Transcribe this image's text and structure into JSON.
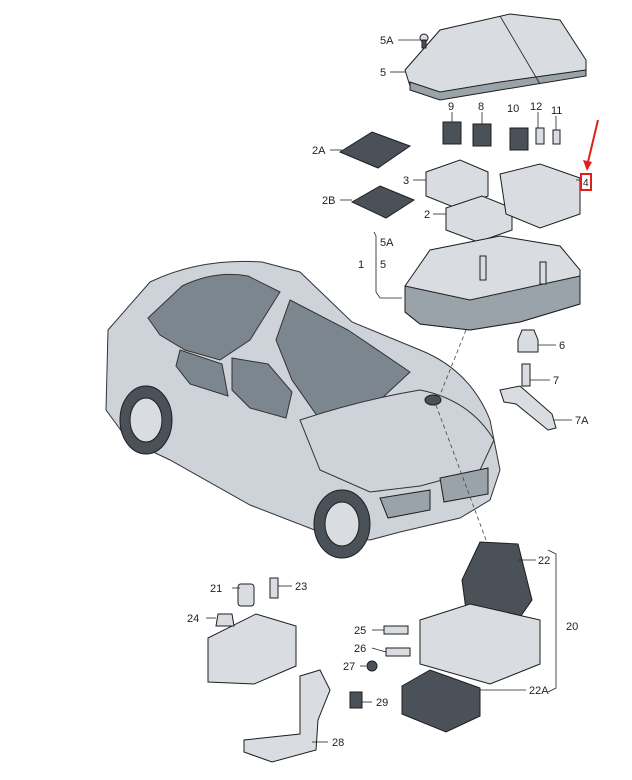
{
  "diagram": {
    "labels": [
      {
        "id": "5A-top",
        "text": "5A"
      },
      {
        "id": "5-top",
        "text": "5"
      },
      {
        "id": "9",
        "text": "9"
      },
      {
        "id": "8",
        "text": "8"
      },
      {
        "id": "10",
        "text": "10"
      },
      {
        "id": "12",
        "text": "12"
      },
      {
        "id": "11",
        "text": "11"
      },
      {
        "id": "2A",
        "text": "2A"
      },
      {
        "id": "3",
        "text": "3"
      },
      {
        "id": "2B",
        "text": "2B"
      },
      {
        "id": "2",
        "text": "2"
      },
      {
        "id": "5A-mid",
        "text": "5A"
      },
      {
        "id": "1",
        "text": "1"
      },
      {
        "id": "5-mid",
        "text": "5"
      },
      {
        "id": "6",
        "text": "6"
      },
      {
        "id": "7",
        "text": "7"
      },
      {
        "id": "7A",
        "text": "7A"
      },
      {
        "id": "22",
        "text": "22"
      },
      {
        "id": "20",
        "text": "20"
      },
      {
        "id": "21",
        "text": "21"
      },
      {
        "id": "23",
        "text": "23"
      },
      {
        "id": "24",
        "text": "24"
      },
      {
        "id": "25",
        "text": "25"
      },
      {
        "id": "26",
        "text": "26"
      },
      {
        "id": "27",
        "text": "27"
      },
      {
        "id": "22A",
        "text": "22A"
      },
      {
        "id": "29",
        "text": "29"
      },
      {
        "id": "28",
        "text": "28"
      },
      {
        "id": "4",
        "text": "4"
      }
    ],
    "highlight": {
      "label": "4",
      "color": "#e0201b"
    },
    "colors": {
      "line": "#1e1e1e",
      "part": "#d9dde1",
      "dark": "#4b5158",
      "accent": "#e0201b"
    }
  }
}
